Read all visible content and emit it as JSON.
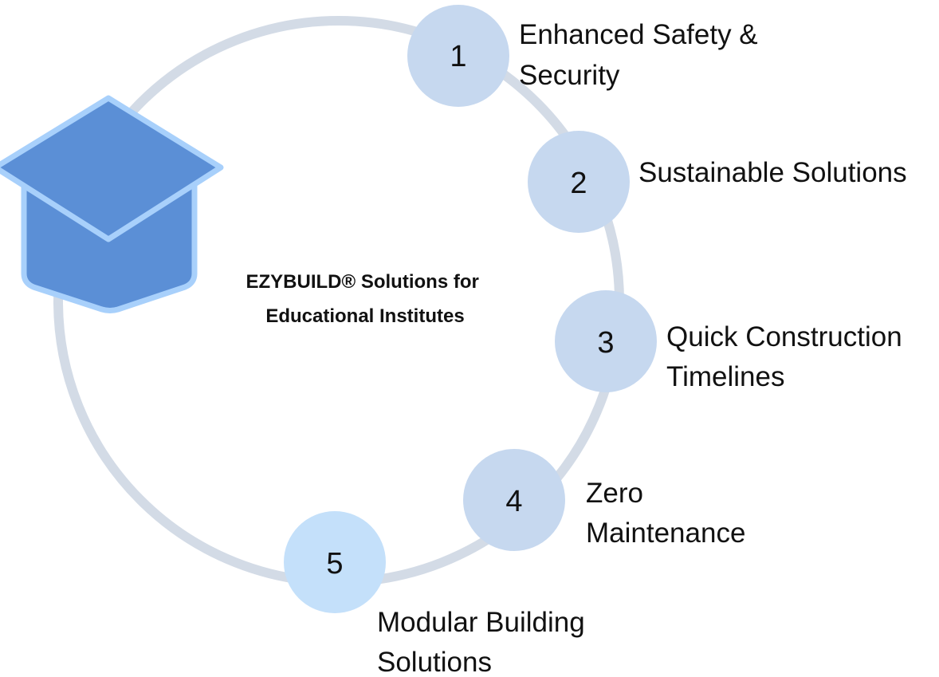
{
  "diagram": {
    "center_title": {
      "line1": "EZYBUILD® Solutions for",
      "line2": "Educational Institutes"
    },
    "colors": {
      "ring": "#d3dbe6",
      "node_fill_1_to_4": "#c6d8ef",
      "node_fill_5": "#c4e0fa",
      "cap_fill": "#5b8fd6",
      "cap_outline": "#a8d0fb",
      "text": "#111111"
    },
    "icon": "graduation-cap-icon",
    "steps": [
      {
        "number": "1",
        "label_lines": [
          "Enhanced Safety &",
          "Security"
        ]
      },
      {
        "number": "2",
        "label_lines": [
          "Sustainable Solutions"
        ]
      },
      {
        "number": "3",
        "label_lines": [
          "Quick Construction",
          "Timelines"
        ]
      },
      {
        "number": "4",
        "label_lines": [
          "Zero",
          "Maintenance"
        ]
      },
      {
        "number": "5",
        "label_lines": [
          "Modular Building",
          "Solutions"
        ]
      }
    ]
  }
}
